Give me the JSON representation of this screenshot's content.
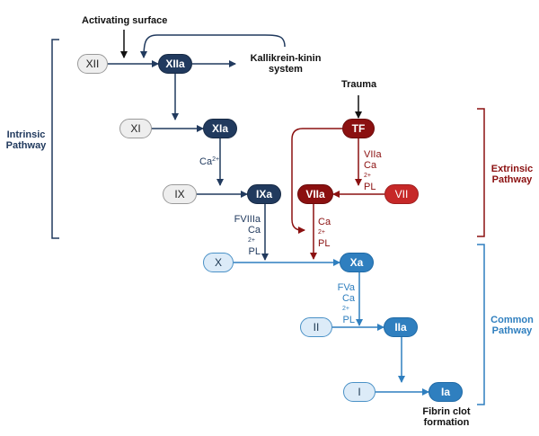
{
  "inputs": {
    "activating_surface": "Activating surface",
    "trauma": "Trauma",
    "kallikrein": "Kallikrein-kinin",
    "kallikrein_line2": "system"
  },
  "factors": {
    "xii": "XII",
    "xiia": "XIIa",
    "xi": "XI",
    "xia": "XIa",
    "ix": "IX",
    "ixa": "IXa",
    "tf": "TF",
    "viia": "VIIa",
    "vii": "VII",
    "x": "X",
    "xa": "Xa",
    "ii": "II",
    "iia": "IIa",
    "i": "I",
    "ia": "Ia"
  },
  "cofactors": {
    "intrinsic_ca": {
      "base": "Ca",
      "sup": "2+"
    },
    "ixa_lines": [
      "FVIIIa",
      "Ca",
      "PL"
    ],
    "ixa_sup": "2+",
    "tf_lines": [
      "VIIa",
      "Ca",
      "PL"
    ],
    "tf_sup": "2+",
    "viia_lines": [
      "Ca",
      "PL"
    ],
    "viia_sup": "2+",
    "xa_lines": [
      "FVa",
      "Ca",
      "PL"
    ],
    "xa_sup": "2+"
  },
  "pathways": {
    "intrinsic_line1": "Intrinsic",
    "intrinsic_line2": "Pathway",
    "extrinsic_line1": "Extrinsic",
    "extrinsic_line2": "Pathway",
    "common_line1": "Common",
    "common_line2": "Pathway"
  },
  "outcome": {
    "line1": "Fibrin clot",
    "line2": "formation"
  },
  "colors": {
    "intrinsic": "#213a5e",
    "extrinsic": "#8b1010",
    "extrinsic_light": "#c62828",
    "common": "#2f7fbf",
    "inactive_fill": "#eeeeee",
    "common_light_fill": "#dcebf8"
  }
}
